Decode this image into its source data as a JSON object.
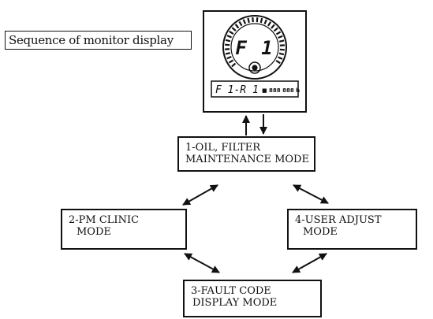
{
  "title": "Sequence of monitor display",
  "monitor": {
    "dial_code": "F 1",
    "lcd_code": "F 1-R 1",
    "lcd_suffix": "■ 888 888 h"
  },
  "modes": [
    {
      "line1": "1-OIL, FILTER",
      "line2": "MAINTENANCE MODE"
    },
    {
      "line1": "2-PM CLINIC",
      "line2": "MODE"
    },
    {
      "line1": "3-FAULT CODE",
      "line2": "DISPLAY MODE"
    },
    {
      "line1": "4-USER ADJUST",
      "line2": "MODE"
    }
  ]
}
